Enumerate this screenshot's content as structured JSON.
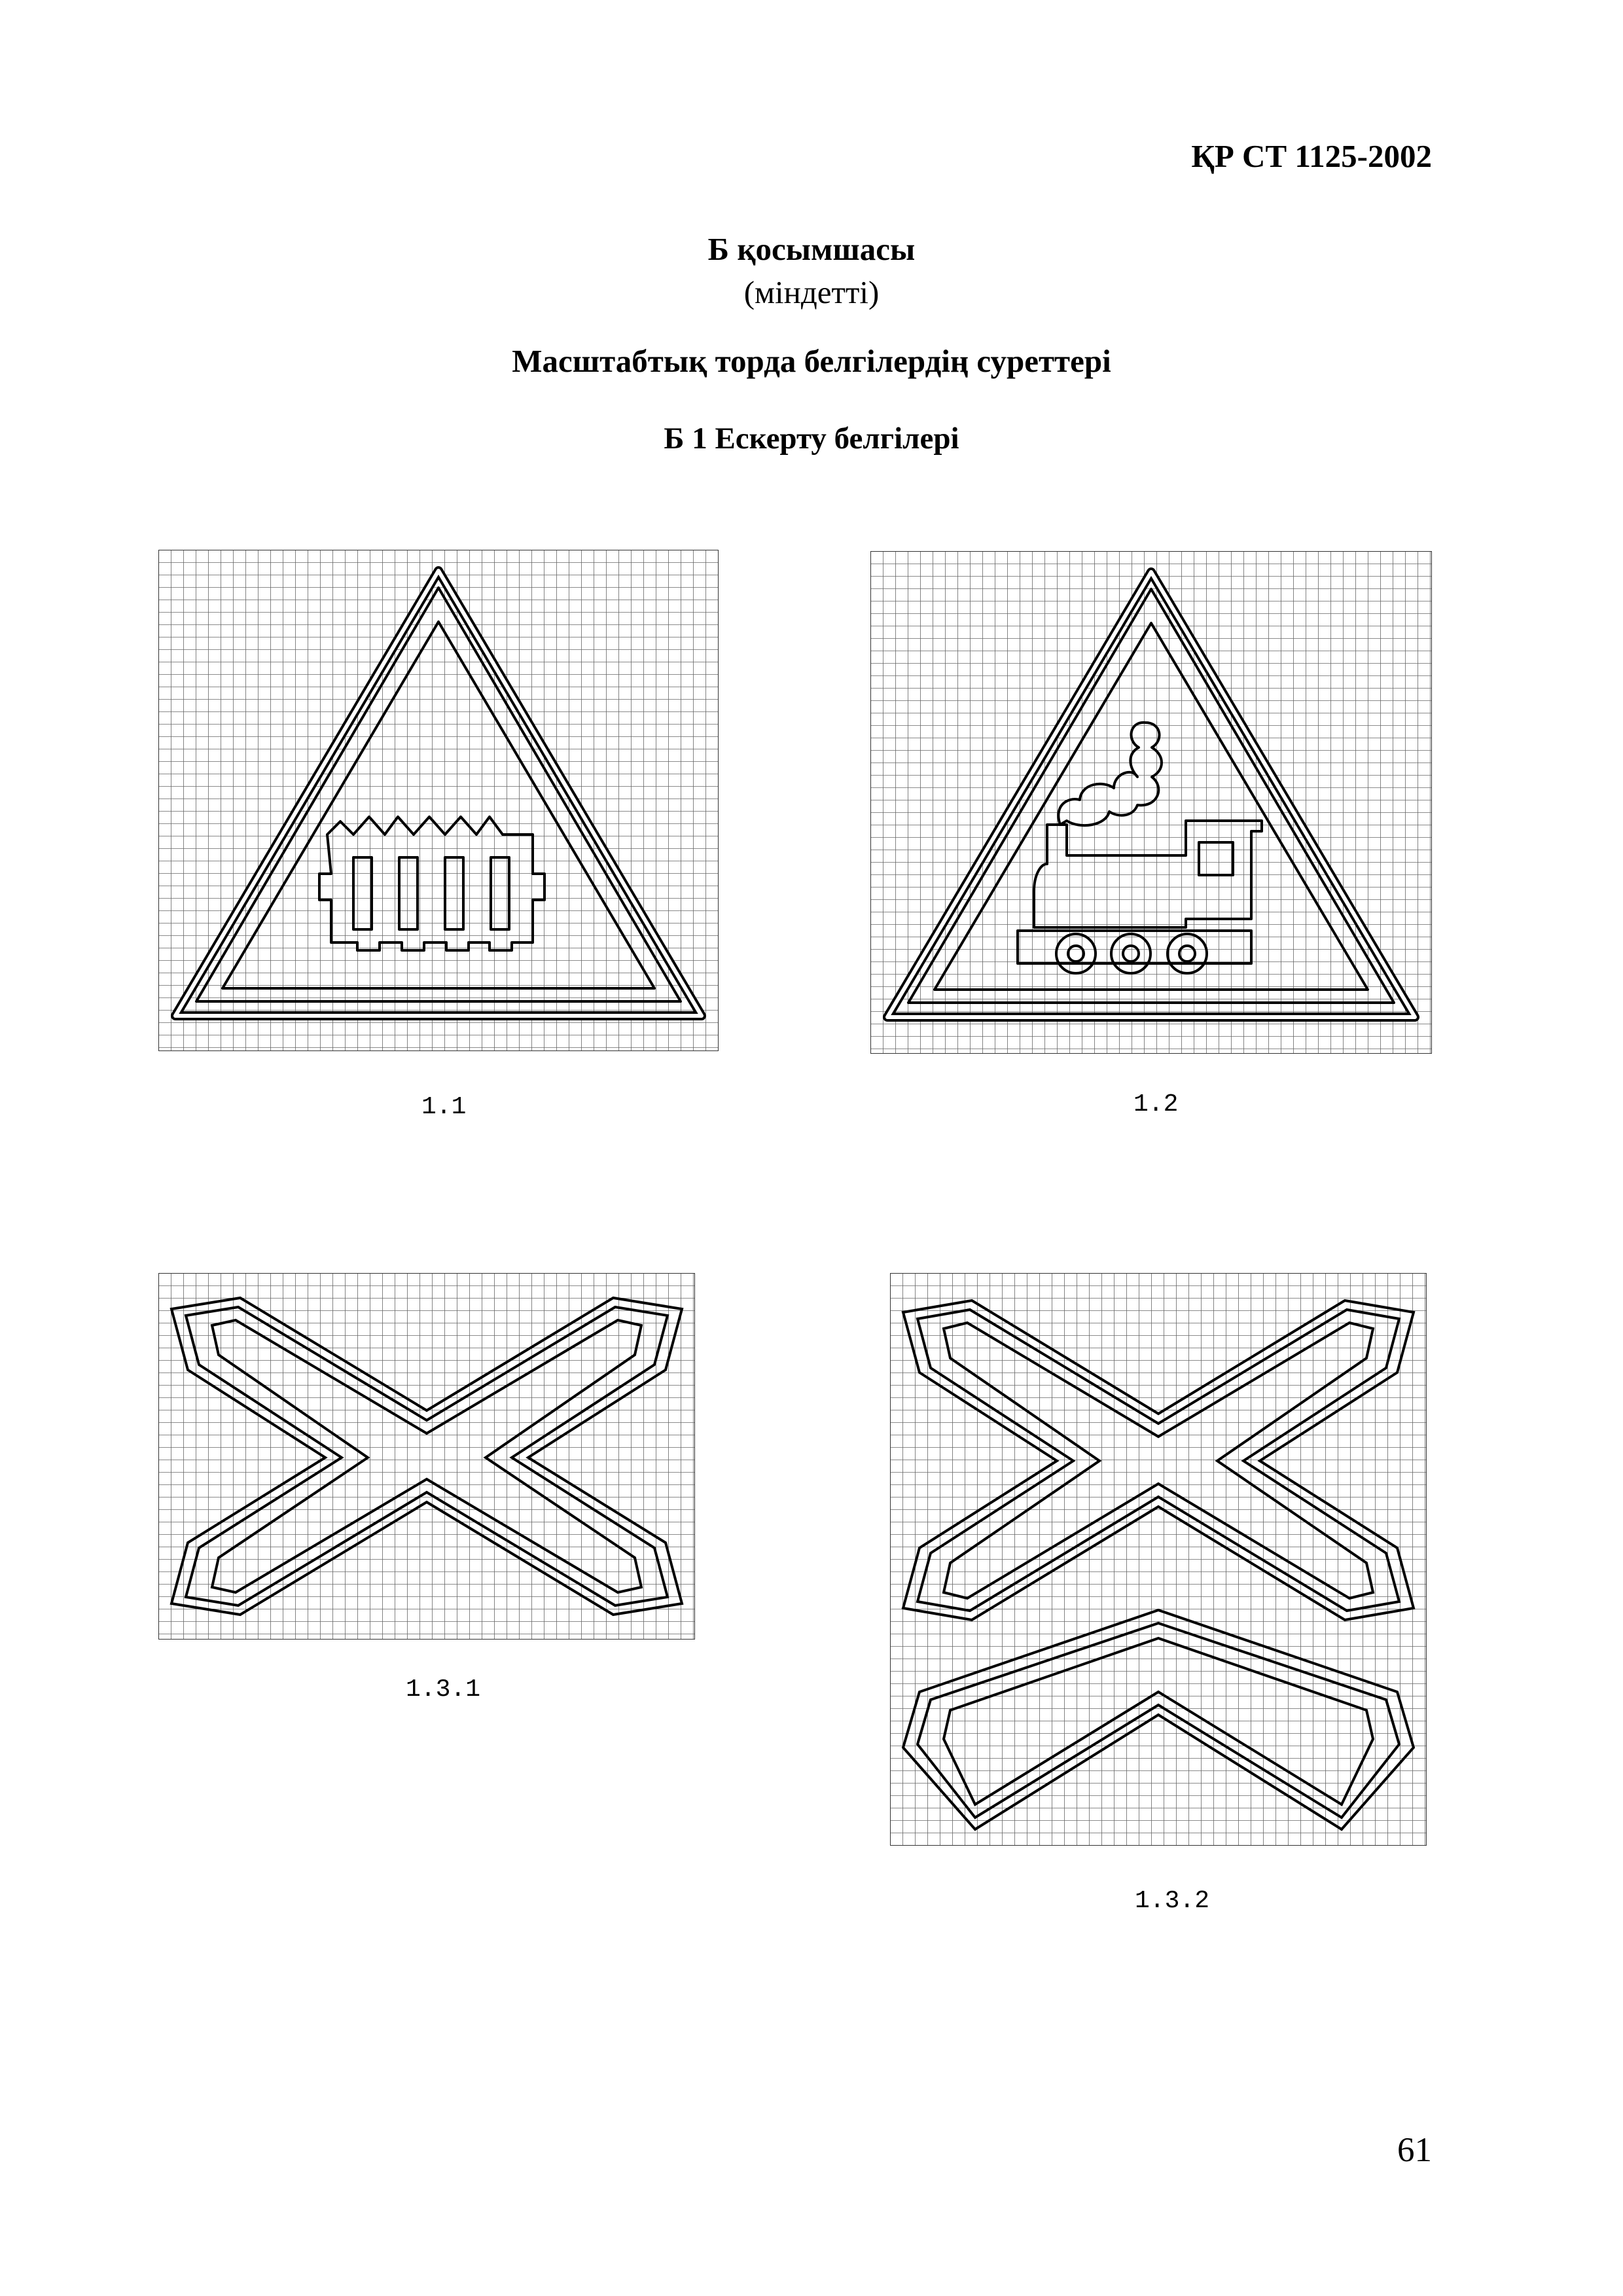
{
  "header": {
    "doc_code": "ҚР СТ 1125-2002"
  },
  "annex": {
    "title": "Б қосымшасы",
    "subtitle": "(міндетті)"
  },
  "section_title": "Масштабтық торда белгілердің суреттері",
  "subsection_title": "Б 1 Ескерту белгілері",
  "figures": [
    {
      "caption": "1.1"
    },
    {
      "caption": "1.2"
    },
    {
      "caption": "1.3.1"
    },
    {
      "caption": "1.3.2"
    }
  ],
  "page_number": "61"
}
